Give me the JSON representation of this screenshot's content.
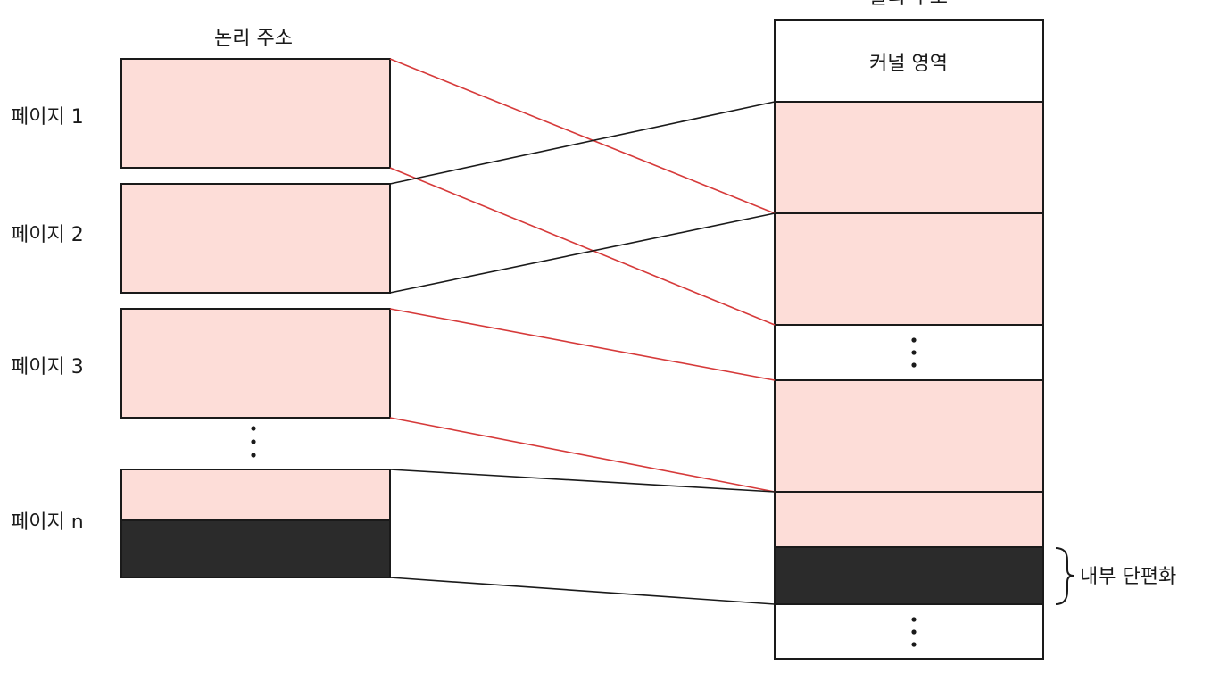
{
  "logical": {
    "title": "논리 주소",
    "pages": [
      "페이지 1",
      "페이지 2",
      "페이지 3",
      "페이지 n"
    ]
  },
  "physical": {
    "title": "물리 주소",
    "kernel_label": "커널 영역"
  },
  "annotation": {
    "internal_fragmentation": "내부 단편화"
  },
  "colors": {
    "page_fill": "#fdddd8",
    "fragment_fill": "#2b2b2b",
    "red_line": "#d63a3a",
    "black_line": "#1a1a1a"
  }
}
